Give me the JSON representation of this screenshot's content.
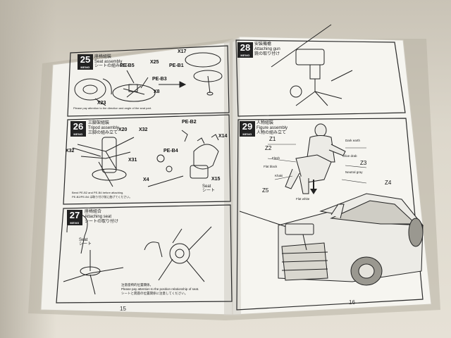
{
  "page_left": {
    "page_number": "15",
    "steps": [
      {
        "number": "25",
        "brand": "MENG",
        "title_cn": "座椅組裝",
        "title_en": "Seat assembly",
        "title_jp": "シートの組み立て",
        "parts": [
          "X17",
          "PE-B5",
          "X25",
          "PE-B1",
          "PE-B3",
          "X8",
          "X23"
        ],
        "note_en": "Please pay attention to the direction and angle of the seat part."
      },
      {
        "number": "26",
        "brand": "MENG",
        "title_cn": "三腳架組裝",
        "title_en": "Tripod assembly",
        "title_jp": "三脚の組み立て",
        "parts": [
          "X20",
          "X32",
          "PE-B2",
          "X14",
          "X32",
          "X31",
          "PE-B4",
          "X4",
          "X15"
        ],
        "sub_label_en": "Seat",
        "sub_label_jp": "シート",
        "note_en_1": "Bend PE-B2 and PE-B4 before attaching.",
        "note_en_2": "PE-B2/PE-B4 は取り付け前に曲げてください。"
      },
      {
        "number": "27",
        "brand": "MENG",
        "title_cn": "座椅組合",
        "title_en": "Attaching seat",
        "title_jp": "シートの取り付け",
        "sub_label_en": "Seat",
        "sub_label_jp": "シート",
        "note_cn": "注意座椅的位置關係。",
        "note_en": "Please pay attention to the position relationship of seat.",
        "note_jp": "シートと銃座の位置関係に注意してください。"
      }
    ]
  },
  "page_right": {
    "page_number": "16",
    "steps": [
      {
        "number": "28",
        "brand": "MENG",
        "title_cn": "安裝機槍",
        "title_en": "Attaching gun",
        "title_jp": "銃の取り付け"
      },
      {
        "number": "29",
        "brand": "MENG",
        "title_cn": "人物組裝",
        "title_en": "Figure assembly",
        "title_jp": "人物の組み立て",
        "parts": [
          "Z1",
          "Z2",
          "Z3",
          "Z4",
          "Z5"
        ],
        "color_callouts": [
          "Flesh",
          "Flat black",
          "Dark earth",
          "Neutral gray",
          "Khaki",
          "Olive drab",
          "Flat white"
        ]
      }
    ]
  },
  "colors": {
    "paper": "#f4f3ee",
    "ink": "#1a1a1a",
    "badge": "#222222",
    "wall": "#d9d4c8",
    "truck_bed": "#e0ded6"
  }
}
